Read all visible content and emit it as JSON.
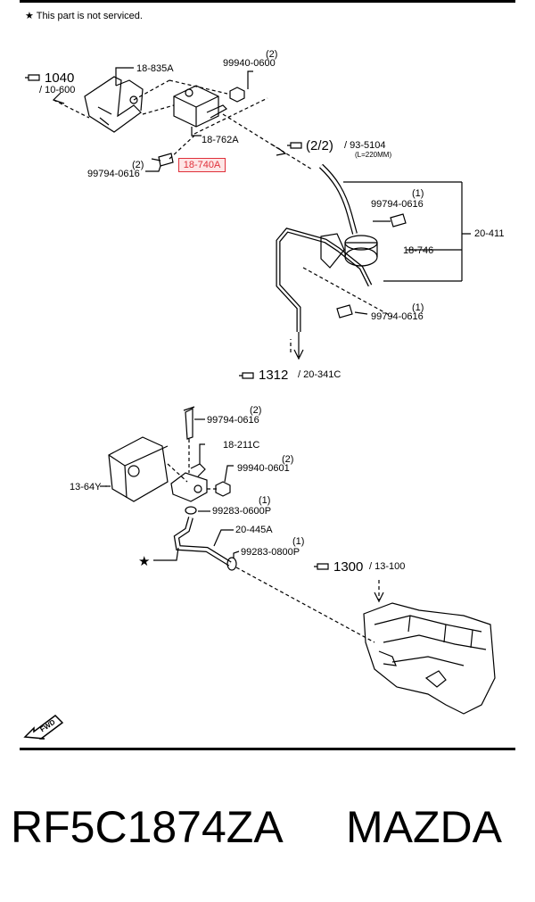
{
  "header": {
    "note": "★ This part is not serviced."
  },
  "labels": {
    "ref_1040": "1040",
    "ref_1040_sub": "/ 10-600",
    "p18_835A": "18-835A",
    "p99940_0600": "99940-0600",
    "qty_99940_0600": "(2)",
    "p18_762A": "18-762A",
    "p18_740A": "18-740A",
    "qty_99794_0616_a": "(2)",
    "p99794_0616_a": "99794-0616",
    "ref_2_2": "(2/2)",
    "ref_2_2_sub": "/ 93-5104",
    "ref_2_2_len": "(L=220MM)",
    "qty_99794_0616_b": "(1)",
    "p99794_0616_b": "99794-0616",
    "p20_411": "20-411",
    "p18_746": "18-746",
    "p99794_0616_c": "99794-0616",
    "qty_99794_0616_c": "(1)",
    "ref_1312": "1312",
    "ref_1312_sub": "/ 20-341C",
    "qty_99794_0616_d": "(2)",
    "p99794_0616_d": "99794-0616",
    "p18_211C": "18-211C",
    "qty_99940_0601": "(2)",
    "p99940_0601": "99940-0601",
    "p13_64Y": "13-64Y",
    "qty_99283_0600P": "(1)",
    "p99283_0600P": "99283-0600P",
    "p20_445A": "20-445A",
    "qty_99283_0800P": "(1)",
    "p99283_0800P": "99283-0800P",
    "star": "★",
    "ref_1300": "1300",
    "ref_1300_sub": "/ 13-100",
    "fwd": "FWD"
  },
  "footer": {
    "part_number": "RF5C1874ZA",
    "brand": "MAZDA"
  },
  "colors": {
    "highlight": "#e0303a",
    "highlight_bg": "#fde6e6"
  }
}
